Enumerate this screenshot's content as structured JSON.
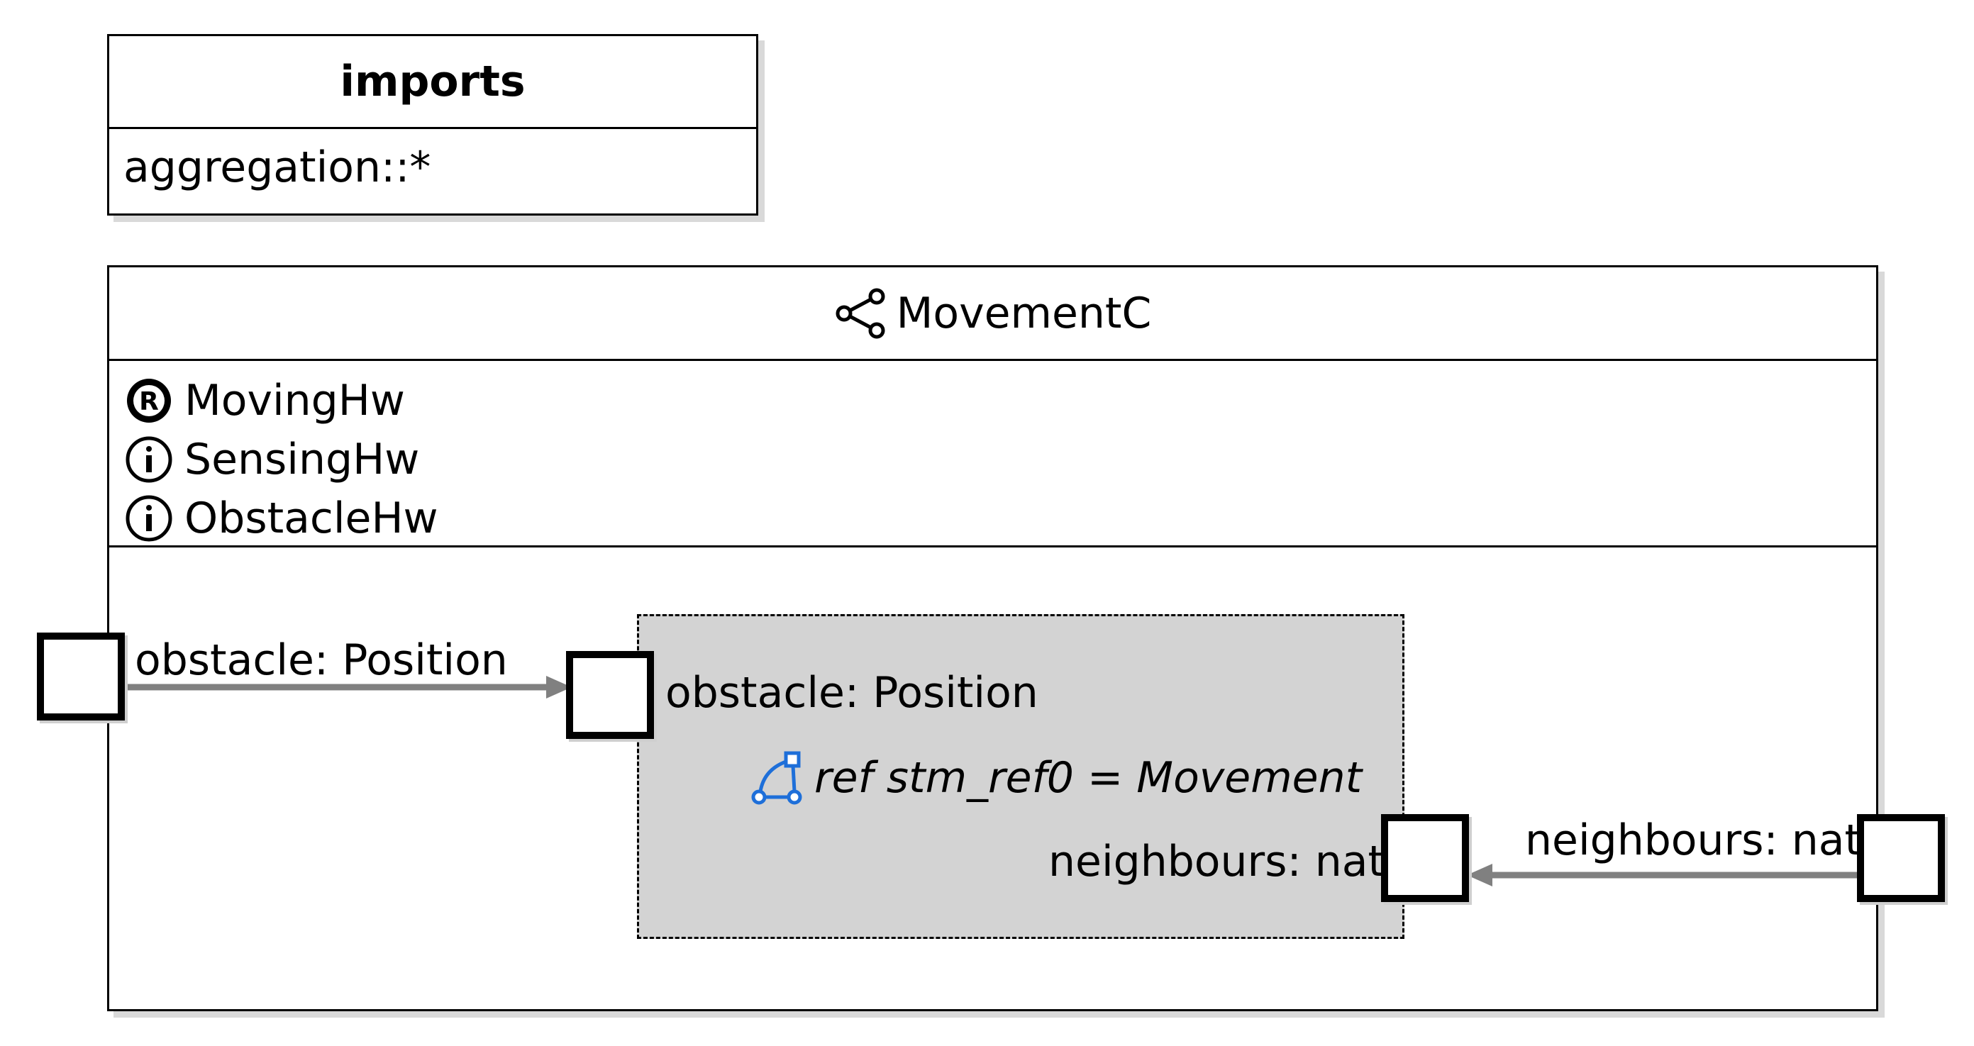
{
  "imports": {
    "title": "imports",
    "items": [
      "aggregation::*"
    ]
  },
  "controller": {
    "name": "MovementC",
    "icon": "controller-icon",
    "interfaces": [
      {
        "kind": "required",
        "icon": "required-interface-icon",
        "name": "MovingHw"
      },
      {
        "kind": "defined",
        "icon": "interface-icon",
        "name": "SensingHw"
      },
      {
        "kind": "defined",
        "icon": "interface-icon",
        "name": "ObstacleHw"
      }
    ],
    "ports": {
      "outer_obstacle": "obstacle: Position",
      "outer_neighbours": "neighbours: nat"
    },
    "stm_ref": {
      "label": "ref stm_ref0 = Movement",
      "icon": "state-machine-ref-icon",
      "ports": {
        "obstacle": "obstacle: Position",
        "neighbours": "neighbours: nat"
      },
      "fill": "#d3d3d3"
    },
    "connection_color": "#808080"
  }
}
